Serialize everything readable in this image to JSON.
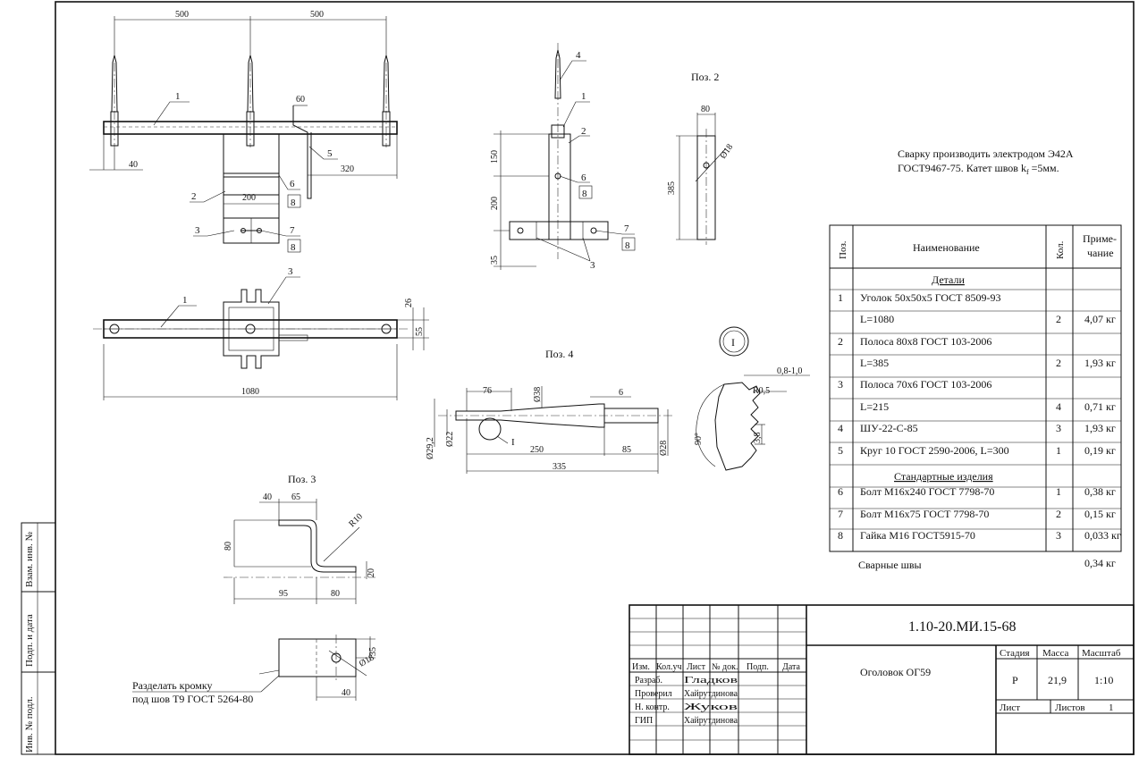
{
  "notes": {
    "line1": "Сварку производить электродом Э42А",
    "line2a": "ГОСТ9467-75. Катет швов k",
    "line2sub": "f",
    "line2b": " =5мм."
  },
  "views": {
    "pos2": "Поз. 2",
    "pos3": "Поз. 3",
    "pos4": "Поз. 4",
    "detail_marker": "I",
    "edge_note_1": "Разделать кромку",
    "edge_note_2": "под шов Т9 ГОСТ 5264-80"
  },
  "dims": {
    "top_500_a": "500",
    "top_500_b": "500",
    "d60": "60",
    "d40": "40",
    "d320": "320",
    "d200": "200",
    "d1080": "1080",
    "d26": "26",
    "d55": "55",
    "p2_80": "80",
    "p2_385": "385",
    "p2_d18": "Ø18",
    "side_150": "150",
    "side_200": "200",
    "side_35": "35",
    "p4_76": "76",
    "p4_d38": "Ø38",
    "p4_6": "6",
    "p4_d292": "Ø29,2",
    "p4_d22": "Ø22",
    "p4_250": "250",
    "p4_85": "85",
    "p4_d28": "Ø28",
    "p4_335": "335",
    "det_08": "0,8-1,0",
    "det_r05": "R0,5",
    "det_38": "3,8",
    "det_90": "90°",
    "p3_40": "40",
    "p3_65": "65",
    "p3_r10": "R10",
    "p3_80a": "80",
    "p3_20": "20",
    "p3_95": "95",
    "p3_80b": "80",
    "p3_35": "35",
    "p3_d18": "Ø18",
    "p3_40b": "40"
  },
  "callouts": {
    "c1": "1",
    "c2": "2",
    "c3": "3",
    "c5": "5",
    "c6": "6",
    "c7": "7",
    "c8a": "8",
    "c8b": "8",
    "c1b": "1",
    "c3b": "3",
    "s4": "4",
    "s1": "1",
    "s2": "2",
    "s6": "6",
    "s8a": "8",
    "s7": "7",
    "s8b": "8",
    "s3": "3"
  },
  "spec": {
    "col_pos": "Поз.",
    "col_name": "Наименование",
    "col_qty": "Кол.",
    "col_note_1": "Приме-",
    "col_note_2": "чание",
    "section_details": "Детали",
    "section_standard": "Стандартные изделия",
    "rows": [
      {
        "pos": "1",
        "name": "Уголок 50х50х5 ГОСТ 8509-93",
        "qty": "",
        "note": ""
      },
      {
        "pos": "",
        "name": "L=1080",
        "qty": "2",
        "note": "4,07 кг"
      },
      {
        "pos": "2",
        "name": "Полоса 80х8 ГОСТ 103-2006",
        "qty": "",
        "note": ""
      },
      {
        "pos": "",
        "name": "L=385",
        "qty": "2",
        "note": "1,93 кг"
      },
      {
        "pos": "3",
        "name": "Полоса 70х6 ГОСТ 103-2006",
        "qty": "",
        "note": ""
      },
      {
        "pos": "",
        "name": "L=215",
        "qty": "4",
        "note": "0,71 кг"
      },
      {
        "pos": "4",
        "name": "ШУ-22-С-85",
        "qty": "3",
        "note": "1,93 кг"
      },
      {
        "pos": "5",
        "name": "Круг 10 ГОСТ 2590-2006, L=300",
        "qty": "1",
        "note": "0,19 кг"
      },
      {
        "pos": "6",
        "name": "Болт М16х240 ГОСТ 7798-70",
        "qty": "1",
        "note": "0,38 кг"
      },
      {
        "pos": "7",
        "name": "Болт М16х75 ГОСТ 7798-70",
        "qty": "2",
        "note": "0,15 кг"
      },
      {
        "pos": "8",
        "name": "Гайка М16 ГОСТ5915-70",
        "qty": "3",
        "note": "0,033 кг"
      }
    ],
    "welds_label": "Сварные швы",
    "welds_value": "0,34 кг"
  },
  "title_block": {
    "designation": "1.10-20.МИ.15-68",
    "product_name": "Оголовок ОГ59",
    "hdr_stage": "Стадия",
    "hdr_mass": "Масса",
    "hdr_scale": "Масштаб",
    "stage": "Р",
    "mass": "21,9",
    "scale": "1:10",
    "sheet_label": "Лист",
    "sheets_label": "Листов",
    "sheets_value": "1",
    "col_izm": "Изм.",
    "col_kol": "Кол.уч",
    "col_list": "Лист",
    "col_doc": "№ док.",
    "col_sign": "Подп.",
    "col_date": "Дата",
    "roles": [
      {
        "role": "Разраб.",
        "name": "Гладков"
      },
      {
        "role": "Проверил",
        "name": "Хайрутдинова"
      },
      {
        "role": "Н. контр.",
        "name": "Жуков"
      },
      {
        "role": "ГИП",
        "name": "Хайрутдинова"
      }
    ]
  },
  "side_stamp": {
    "inv_podl": "Инв. № подл.",
    "podp_data": "Подп. и дата",
    "vzam_inv": "Взам. инв. №"
  }
}
